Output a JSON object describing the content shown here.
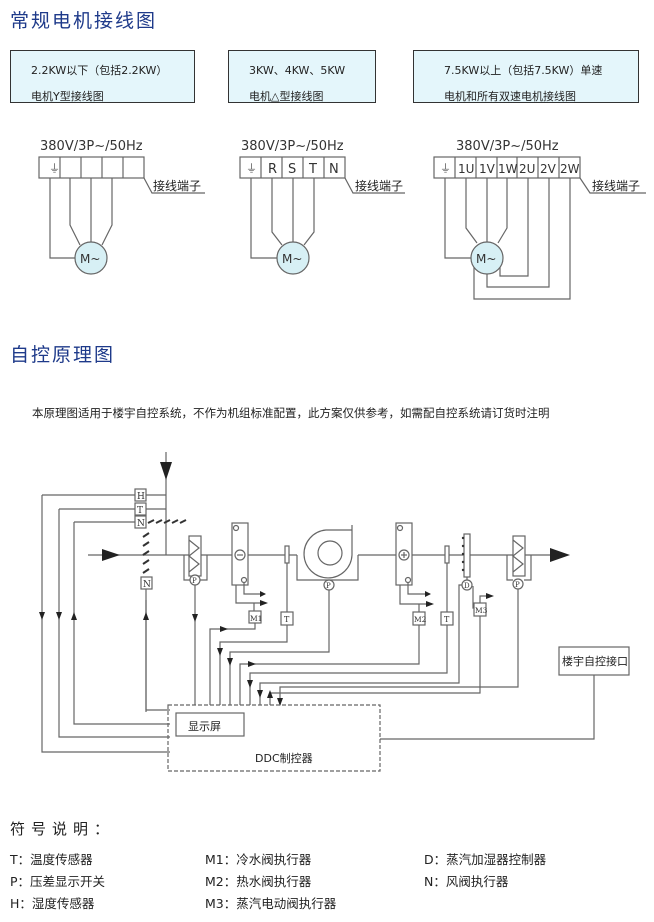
{
  "section1": {
    "title": "常规电机接线图",
    "diagrams": [
      {
        "line1": "2.2KW以下（包括2.2KW）",
        "line2": "电机Y型接线图",
        "voltage": "380V/3P~/50Hz",
        "terminals": [
          "⏚",
          "",
          "",
          "",
          ""
        ],
        "terminal_label": "接线端子",
        "motor": "M~"
      },
      {
        "line1": "3KW、4KW、5KW",
        "line2": "电机△型接线图",
        "voltage": "380V/3P~/50Hz",
        "terminals": [
          "⏚",
          "R",
          "S",
          "T",
          "N"
        ],
        "terminal_label": "接线端子",
        "motor": "M~"
      },
      {
        "line1": "7.5KW以上（包括7.5KW）单速",
        "line2": "电机和所有双速电机接线图",
        "voltage": "380V/3P~/50Hz",
        "terminals": [
          "⏚",
          "1U",
          "1V",
          "1W",
          "2U",
          "2V",
          "2W"
        ],
        "terminal_label": "接线端子",
        "motor": "M~"
      }
    ]
  },
  "section2": {
    "title": "自控原理图",
    "note": "本原理图适用于楼宇自控系统，不作为机组标准配置，此方案仅供参考，如需配自控系统请订货时注明",
    "labels": {
      "H": "H",
      "T": "T",
      "N": "N",
      "P": "P",
      "M1": "M1",
      "M2": "M2",
      "M3": "M3",
      "D": "D",
      "display": "显示屏",
      "ddc": "DDC制控器",
      "bms": "楼宇自控接口"
    }
  },
  "legend": {
    "title": "符号说明：",
    "items": [
      "T：温度传感器",
      "M1：冷水阀执行器",
      "D：蒸汽加湿器控制器",
      "P：压差显示开关",
      "M2：热水阀执行器",
      "N：风阀执行器",
      "H：湿度传感器",
      "M3：蒸汽电动阀执行器"
    ]
  },
  "colors": {
    "title": "#1e3a8a",
    "box_fill": "#e4f6fb",
    "motor_fill": "#d7f0f5",
    "line": "#666666"
  }
}
